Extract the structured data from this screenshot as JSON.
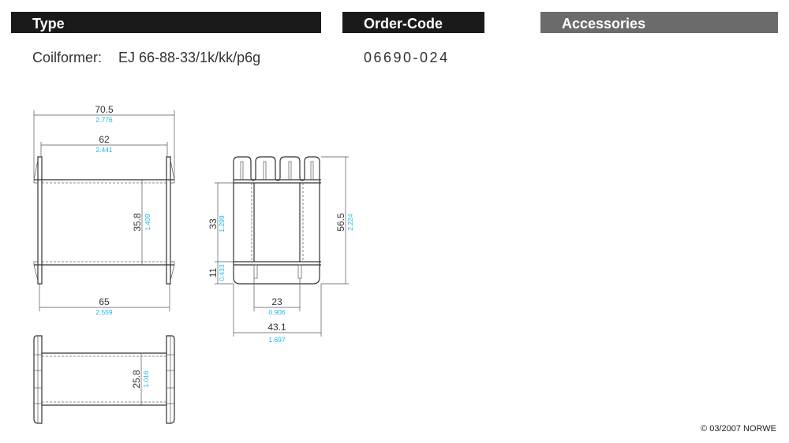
{
  "headers": {
    "type": "Type",
    "order_code": "Order-Code",
    "accessories": "Accessories"
  },
  "product": {
    "label": "Coilformer:",
    "value": "EJ 66-88-33/1k/kk/p6g",
    "order_code": "06690-024"
  },
  "dimensions": {
    "overall_width": {
      "mm": "70.5",
      "inch": "2.776"
    },
    "inner_width": {
      "mm": "62",
      "inch": "2.441"
    },
    "window_height": {
      "mm": "35.8",
      "inch": "1.409"
    },
    "base_width": {
      "mm": "65",
      "inch": "2.559"
    },
    "bobbin_depth": {
      "mm": "25.8",
      "inch": "1.016"
    },
    "total_height": {
      "mm": "56.5",
      "inch": "2.224"
    },
    "side_window": {
      "mm": "33",
      "inch": "1.299"
    },
    "base_height": {
      "mm": "11",
      "inch": "0.433"
    },
    "pin_spacing": {
      "mm": "23",
      "inch": "0.906"
    },
    "side_width": {
      "mm": "43.1",
      "inch": "1.697"
    }
  },
  "footer": {
    "copyright": "© 03/2007 NORWE"
  }
}
